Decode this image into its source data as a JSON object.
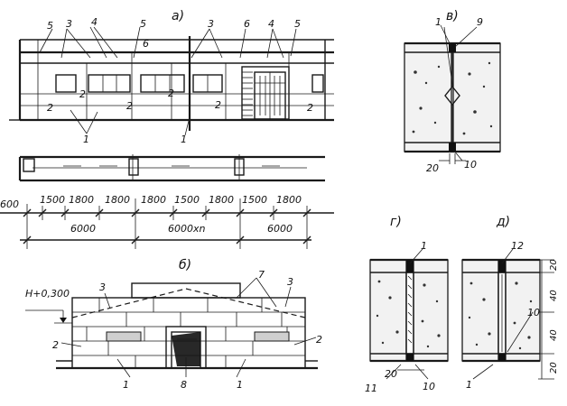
{
  "figure_labels": {
    "a": "а)",
    "b": "б)",
    "v": "в)",
    "g": "г)",
    "d": "д)"
  },
  "facade_a": {
    "callouts": [
      "5",
      "3",
      "4",
      "5",
      "3",
      "4",
      "5",
      "6",
      "6",
      "2",
      "2",
      "2",
      "2",
      "2",
      "2",
      "1",
      "1"
    ],
    "dims_row": [
      "1500",
      "1800",
      "1800",
      "1800",
      "1500",
      "1800",
      "1500",
      "1800"
    ],
    "dim_left": "600",
    "dims_bottom": [
      "6000",
      "6000хn",
      "6000"
    ]
  },
  "facade_b": {
    "level_mark": "Н+0,300",
    "callouts": [
      "3",
      "7",
      "3",
      "2",
      "2",
      "1",
      "8",
      "1"
    ]
  },
  "section_v": {
    "callouts": [
      "1",
      "9",
      "20",
      "10"
    ]
  },
  "section_g": {
    "callouts": [
      "1",
      "20",
      "11",
      "10"
    ]
  },
  "section_d": {
    "callouts": [
      "12",
      "1",
      "10"
    ],
    "dims_right": [
      "20",
      "40",
      "40",
      "20"
    ]
  }
}
